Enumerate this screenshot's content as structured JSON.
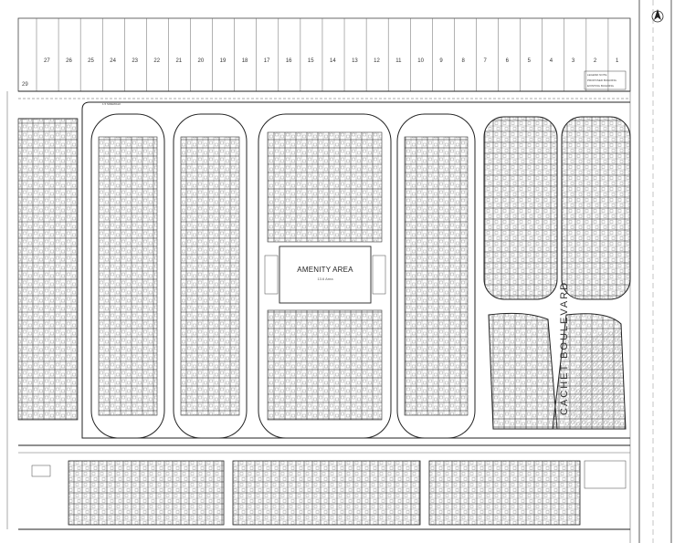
{
  "plan": {
    "amenity_title": "AMENITY AREA",
    "amenity_sub": "13.6 Area",
    "boulevard_label": "CACHET BOULEVARD",
    "lot_numbers": [
      "27",
      "26",
      "25",
      "24",
      "23",
      "22",
      "21",
      "20",
      "19",
      "18",
      "17",
      "16",
      "15",
      "14",
      "13",
      "12",
      "11",
      "10",
      "9",
      "8",
      "7",
      "6",
      "5",
      "4",
      "3",
      "2",
      "1"
    ],
    "corner_lot_label": "29",
    "sidewalk_label": "1.5 SIDEWALK",
    "legend_lines": [
      "LEGEND NOTE",
      "PROPOSED BUILDING",
      "EXISTING BUILDING"
    ]
  }
}
